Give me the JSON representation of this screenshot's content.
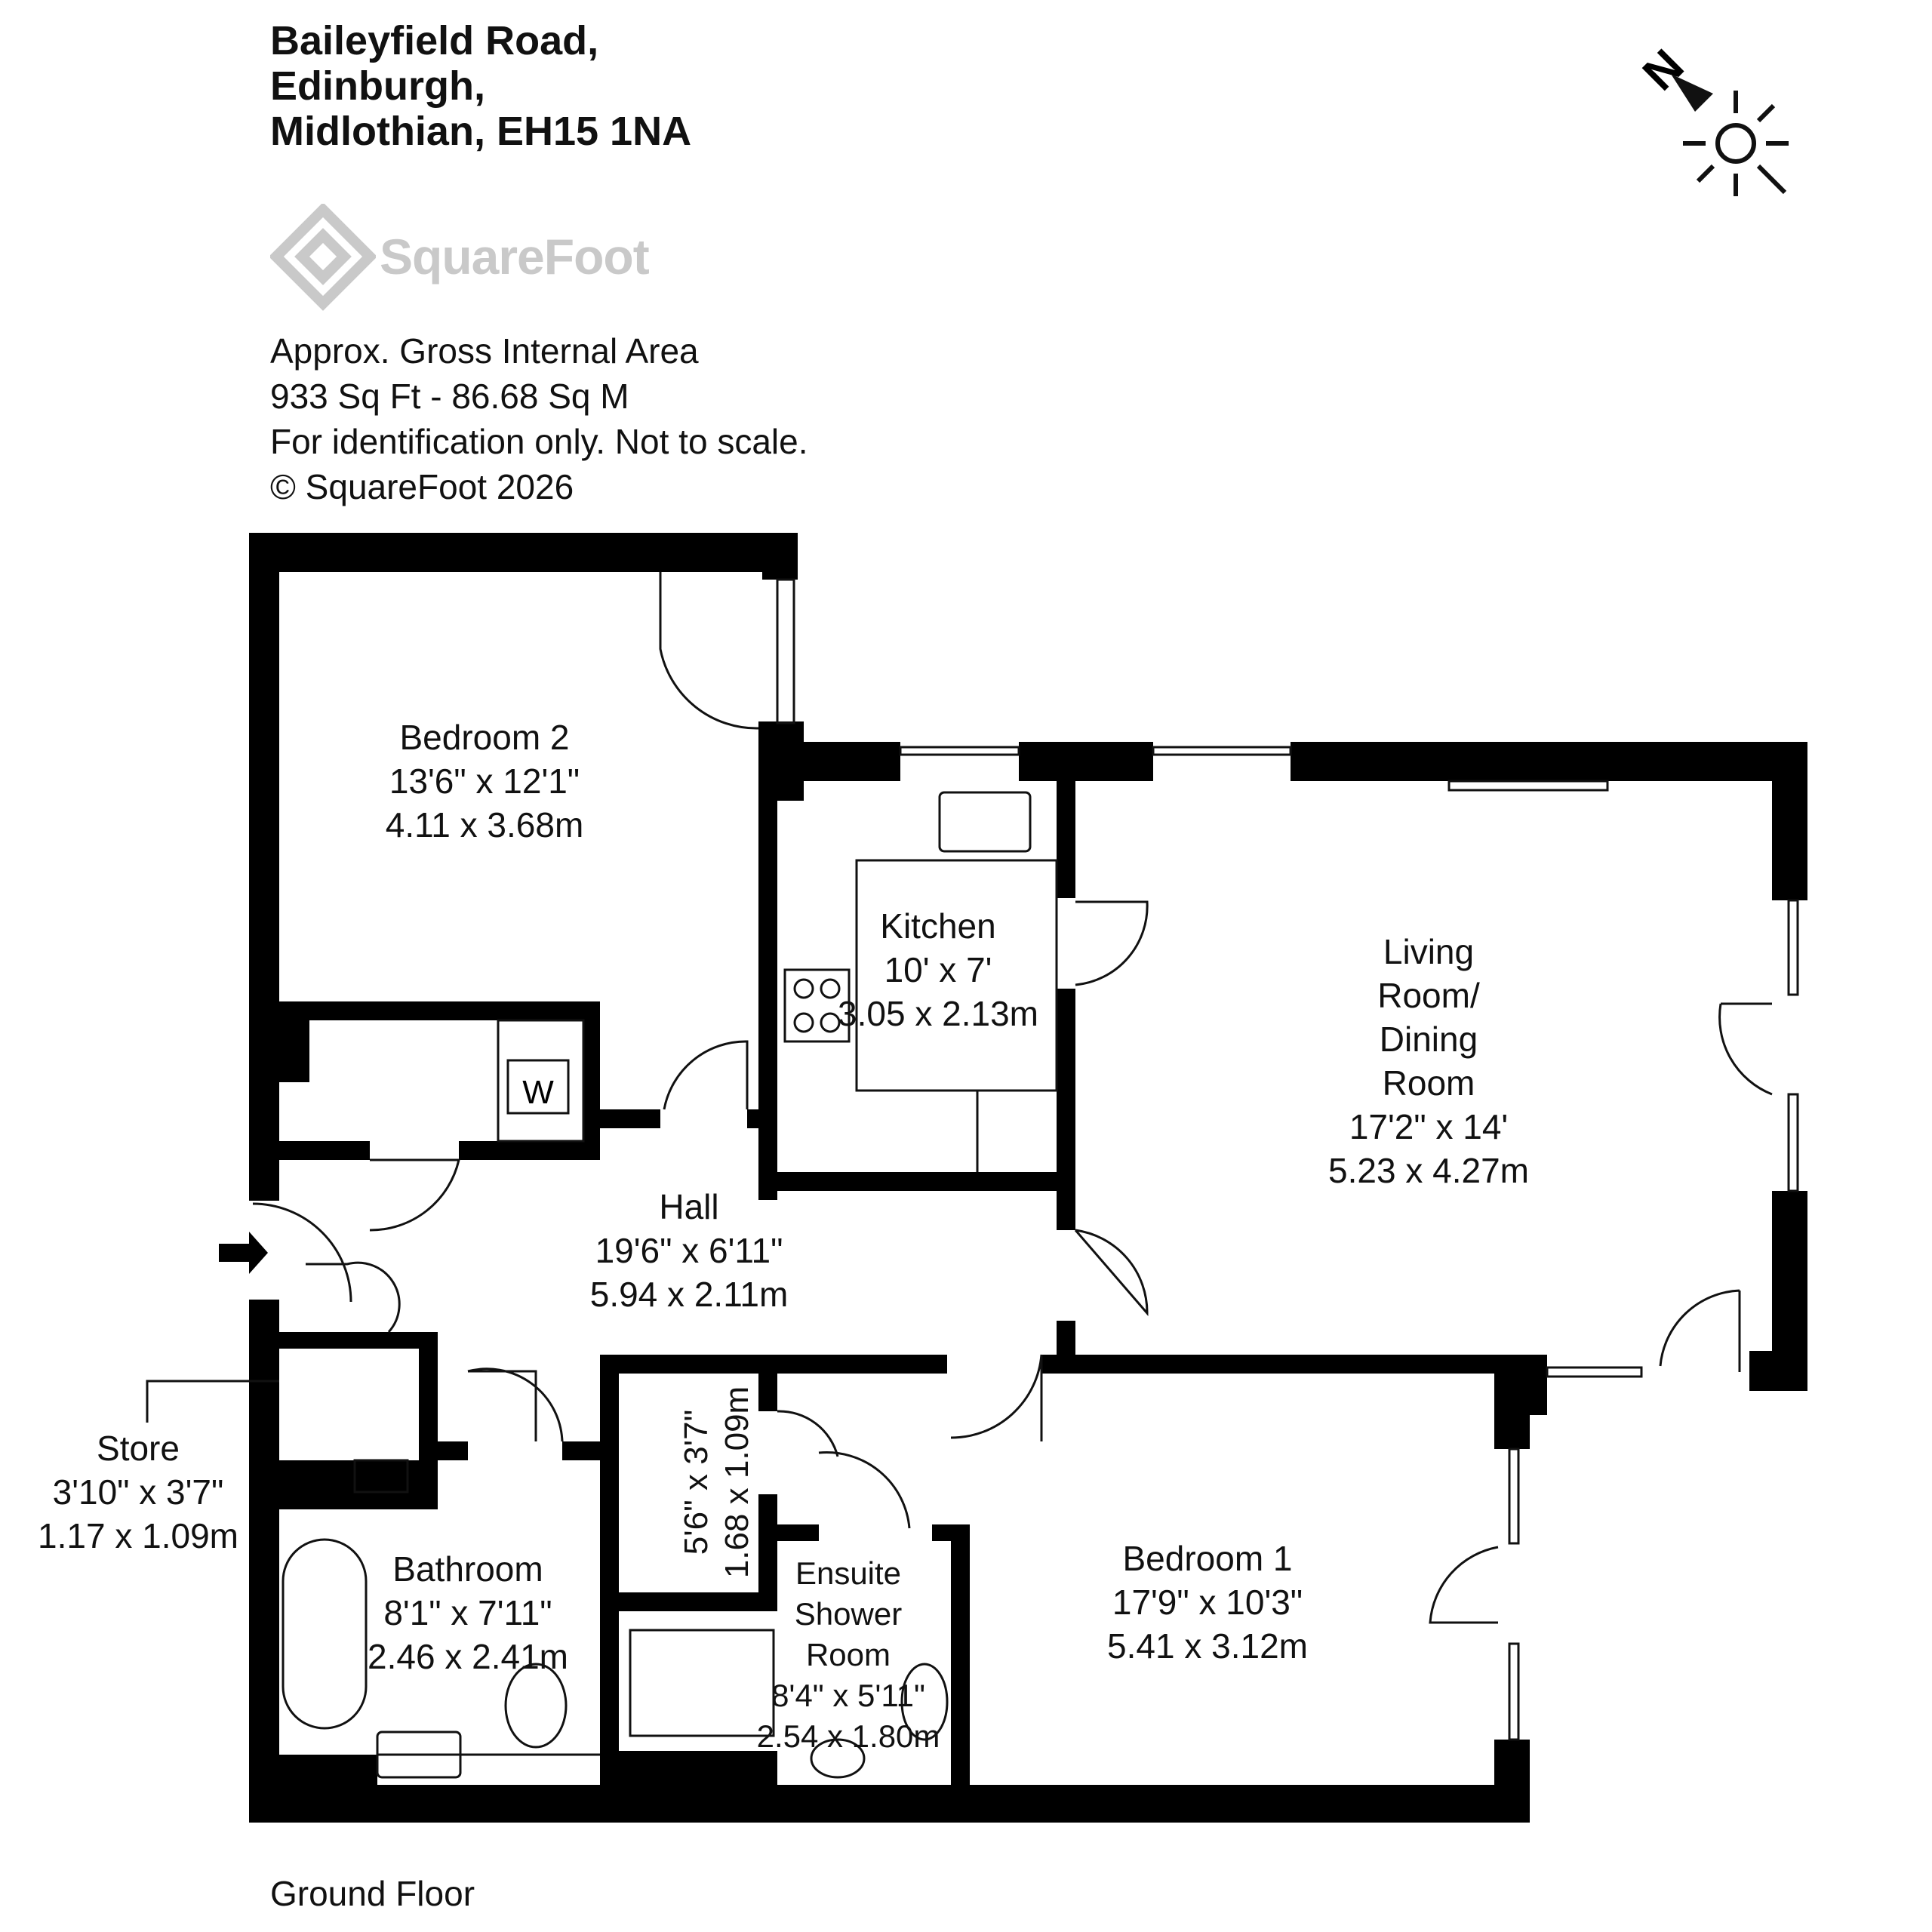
{
  "address": {
    "line1": "Baileyfield Road,",
    "line2": "Edinburgh,",
    "line3": "Midlothian, EH15 1NA"
  },
  "brand": {
    "name": "SquareFoot",
    "color": "#c9c9c9"
  },
  "info": {
    "area_title": "Approx. Gross Internal Area",
    "area_value": "933 Sq Ft  -  86.68 Sq M",
    "disclaimer": "For identification only. Not to scale.",
    "copyright": "© SquareFoot 2026"
  },
  "compass": {
    "letter": "N",
    "icon": "sun-icon"
  },
  "rooms": {
    "bedroom2": {
      "name": "Bedroom 2",
      "imperial": "13'6\" x 12'1\"",
      "metric": "4.11 x 3.68m"
    },
    "kitchen": {
      "name": "Kitchen",
      "imperial": "10' x 7'",
      "metric": "3.05 x 2.13m"
    },
    "living": {
      "name_l1": "Living",
      "name_l2": "Room/",
      "name_l3": "Dining",
      "name_l4": "Room",
      "imperial": "17'2\" x 14'",
      "metric": "5.23 x 4.27m"
    },
    "hall": {
      "name": "Hall",
      "imperial": "19'6\" x 6'11\"",
      "metric": "5.94 x 2.11m"
    },
    "store": {
      "name": "Store",
      "imperial": "3'10\" x 3'7\"",
      "metric": "1.17 x 1.09m"
    },
    "bathroom": {
      "name": "Bathroom",
      "imperial": "8'1\" x 7'11\"",
      "metric": "2.46 x 2.41m"
    },
    "closet": {
      "imperial": "5'6\" x 3'7\"",
      "metric": "1.68 x 1.09m"
    },
    "ensuite": {
      "name_l1": "Ensuite",
      "name_l2": "Shower",
      "name_l3": "Room",
      "imperial": "8'4\" x 5'11\"",
      "metric": "2.54 x 1.80m"
    },
    "bedroom1": {
      "name": "Bedroom 1",
      "imperial": "17'9\" x 10'3\"",
      "metric": "5.41 x 3.12m"
    }
  },
  "wardrobe_label": "W",
  "floor": "Ground Floor"
}
